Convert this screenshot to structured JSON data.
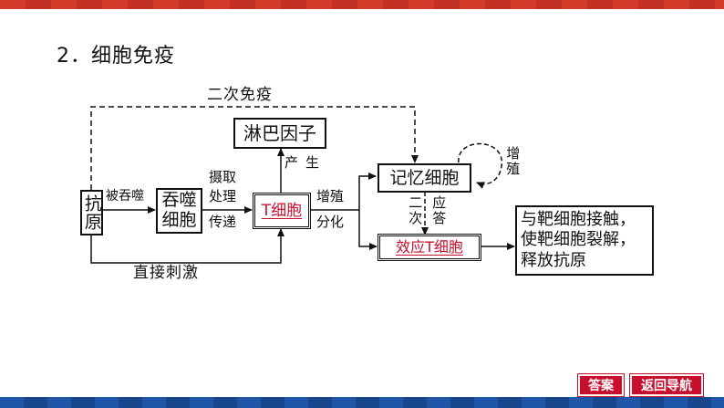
{
  "heading": "2．细胞免疫",
  "diagram": {
    "nodes": {
      "antigen": "抗原",
      "phagocyte": "吞噬细胞",
      "t_cell": "T细胞",
      "lymphokine": "淋巴因子",
      "memory_cell": "记忆细胞",
      "effector_t_cell": "效应T细胞",
      "result": "与靶细胞接触，使靶细胞裂解，释放抗原"
    },
    "result_lines": [
      "与靶细胞接触，",
      "使靶细胞裂解，",
      "释放抗原"
    ],
    "labels": {
      "engulf": "被吞噬",
      "process_line1": "摄取",
      "process_line2": "处理",
      "transmit": "传递",
      "produce": "产生",
      "proliferate": "增殖",
      "differentiate": "分化",
      "secondary_immunity": "二次免疫",
      "direct_stimulation": "直接刺激",
      "self_proliferate": "增殖",
      "secondary": "二次",
      "response": "应答"
    }
  },
  "nav": {
    "answer": "答案",
    "back": "返回导航"
  }
}
